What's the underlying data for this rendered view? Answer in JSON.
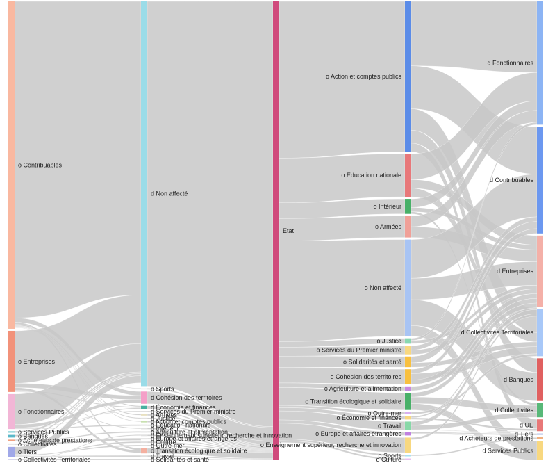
{
  "chart_data": {
    "type": "sankey",
    "flow_color": "#c8c8c8",
    "columns": [
      [
        {
          "id": "src-contribuables",
          "label": "o Contribuables",
          "value": 150,
          "color": "#f9b8a0"
        },
        {
          "id": "src-entreprises",
          "label": "o Entreprises",
          "value": 28,
          "color": "#f2927a"
        },
        {
          "id": "src-fonctionnaires",
          "label": "o Fonctionnaires",
          "value": 16,
          "color": "#f2b6d6"
        },
        {
          "id": "src-services-publics",
          "label": "o Services Publics",
          "value": 0.8,
          "color": "#9ad8dc"
        },
        {
          "id": "src-banques",
          "label": "o Banques",
          "value": 1.2,
          "color": "#5ab8c8"
        },
        {
          "id": "src-acheteurs",
          "label": "o Acheteurs de prestations",
          "value": 0.8,
          "color": "#f0a080"
        },
        {
          "id": "src-collectivites",
          "label": "o Collectivités",
          "value": 0.5,
          "color": "#e8e8e8"
        },
        {
          "id": "src-tiers",
          "label": "o Tiers",
          "value": 4.5,
          "color": "#a0a8e8"
        },
        {
          "id": "src-collectivites-territoriales",
          "label": "o Collectivités Territoriales",
          "value": 0.5,
          "color": "#d8d8f0"
        }
      ],
      [
        {
          "id": "dst-non-affecte",
          "label": "d Non affecté",
          "value": 190,
          "color": "#9adce8"
        },
        {
          "id": "dst-sports",
          "label": "d Sports",
          "value": 0.5,
          "color": "#f0f0f0"
        },
        {
          "id": "dst-cohesion",
          "label": "d Cohésion des territoires",
          "value": 6,
          "color": "#f4a0c8"
        },
        {
          "id": "dst-economie",
          "label": "d Économie et finances",
          "value": 1.5,
          "color": "#48b0a0"
        },
        {
          "id": "dst-services-pm",
          "label": "d Services du Premier ministre",
          "value": 0.4,
          "color": "#e0e0e0"
        },
        {
          "id": "dst-armees",
          "label": "d Armées",
          "value": 0.4,
          "color": "#e8e0c0"
        },
        {
          "id": "dst-justice",
          "label": "d Justice",
          "value": 0.3,
          "color": "#e0e0e0"
        },
        {
          "id": "dst-action-comptes",
          "label": "d Action et comptes publics",
          "value": 0.6,
          "color": "#c8e0b0"
        },
        {
          "id": "dst-education",
          "label": "d Éducation nationale",
          "value": 0.3,
          "color": "#e0e0e0"
        },
        {
          "id": "dst-interieur",
          "label": "d Intérieur",
          "value": 0.3,
          "color": "#e0e0e0"
        },
        {
          "id": "dst-agriculture",
          "label": "d Agriculture et alimentation",
          "value": 0.3,
          "color": "#e0e0e0"
        },
        {
          "id": "dst-enseignement-sup",
          "label": "d Enseignement supérieur, recherche et innovation",
          "value": 0.3,
          "color": "#e0e0e0"
        },
        {
          "id": "dst-europe",
          "label": "d Europe et affaires étrangères",
          "value": 0.3,
          "color": "#e0e0e0"
        },
        {
          "id": "dst-culture",
          "label": "d Culture",
          "value": 0.3,
          "color": "#e0e0e0"
        },
        {
          "id": "dst-outre-mer",
          "label": "d Outre-mer",
          "value": 0.3,
          "color": "#e0e0e0"
        },
        {
          "id": "dst-transition",
          "label": "d Transition écologique et solidaire",
          "value": 2.5,
          "color": "#f4b0a0"
        },
        {
          "id": "dst-travail",
          "label": "d Travail",
          "value": 0.3,
          "color": "#e0e0e0"
        },
        {
          "id": "dst-solidarites",
          "label": "d Solidarités et santé",
          "value": 0.3,
          "color": "#e0e0e0"
        }
      ],
      [
        {
          "id": "etat",
          "label": "Etat",
          "value": 205,
          "color": "#d04a7c"
        }
      ],
      [
        {
          "id": "o-action-comptes",
          "label": "o Action et comptes publics",
          "value": 70,
          "color": "#5b8ce8"
        },
        {
          "id": "o-education",
          "label": "o Éducation nationale",
          "value": 20,
          "color": "#e8787a"
        },
        {
          "id": "o-interieur",
          "label": "o Intérieur",
          "value": 7,
          "color": "#48b068"
        },
        {
          "id": "o-armees",
          "label": "o Armées",
          "value": 10,
          "color": "#f0a098"
        },
        {
          "id": "o-non-affecte",
          "label": "o Non affecté",
          "value": 45,
          "color": "#a8c4f4"
        },
        {
          "id": "o-justice",
          "label": "o Justice",
          "value": 2.5,
          "color": "#88d8b0"
        },
        {
          "id": "o-services-pm",
          "label": "o Services du Premier ministre",
          "value": 4,
          "color": "#f8d880"
        },
        {
          "id": "o-solidarites",
          "label": "o Solidarités et santé",
          "value": 5,
          "color": "#f8c040"
        },
        {
          "id": "o-cohesion",
          "label": "o Cohésion des territoires",
          "value": 7,
          "color": "#f8c040"
        },
        {
          "id": "o-agriculture",
          "label": "o Agriculture et alimentation",
          "value": 2,
          "color": "#c888e0"
        },
        {
          "id": "o-transition",
          "label": "o Transition écologique et solidaire",
          "value": 8,
          "color": "#48b068"
        },
        {
          "id": "o-outre-mer",
          "label": "o Outre-mer",
          "value": 1,
          "color": "#d8b0f0"
        },
        {
          "id": "o-economie",
          "label": "o Économie et finances",
          "value": 1.5,
          "color": "#f8d880"
        },
        {
          "id": "o-travail",
          "label": "o Travail",
          "value": 4,
          "color": "#88d8a8"
        },
        {
          "id": "o-europe",
          "label": "o Europe et affaires étrangères",
          "value": 1.5,
          "color": "#c080e0"
        },
        {
          "id": "o-enseignement-sup",
          "label": "o Enseignement supérieur, recherche et innovation",
          "value": 7,
          "color": "#f8d880"
        },
        {
          "id": "o-sports",
          "label": "o Sports",
          "value": 0.8,
          "color": "#a8e0f0"
        },
        {
          "id": "o-culture",
          "label": "o Culture",
          "value": 0.8,
          "color": "#e8c0f0"
        }
      ],
      [
        {
          "id": "d-fonctionnaires",
          "label": "d Fonctionnaires",
          "value": 52,
          "color": "#8cb4f4"
        },
        {
          "id": "d-contribuables",
          "label": "d Contribuables",
          "value": 45,
          "color": "#6c98f0"
        },
        {
          "id": "d-entreprises",
          "label": "d Entreprises",
          "value": 30,
          "color": "#f4b0a8"
        },
        {
          "id": "d-collectivites-territoriales",
          "label": "d Collectivités Territoriales",
          "value": 20,
          "color": "#a8c8f8"
        },
        {
          "id": "d-banques",
          "label": "d Banques",
          "value": 18,
          "color": "#e06060"
        },
        {
          "id": "d-collectivites",
          "label": "d Collectivités",
          "value": 6,
          "color": "#58b878"
        },
        {
          "id": "d-ue",
          "label": "d UE",
          "value": 5,
          "color": "#e87878"
        },
        {
          "id": "d-tiers",
          "label": "d Tiers",
          "value": 0.8,
          "color": "#d0d8f0"
        },
        {
          "id": "d-acheteurs",
          "label": "d Acheteurs de prestations",
          "value": 0.8,
          "color": "#f0b080"
        },
        {
          "id": "d-services-publics",
          "label": "d Services Publics",
          "value": 8,
          "color": "#f8d880"
        }
      ]
    ],
    "links": [
      [
        "src-contribuables",
        "dst-non-affecte",
        145
      ],
      [
        "src-contribuables",
        "dst-cohesion",
        2
      ],
      [
        "src-contribuables",
        "dst-transition",
        1
      ],
      [
        "src-contribuables",
        "dst-economie",
        0.5
      ],
      [
        "src-contribuables",
        "dst-armees",
        0.3
      ],
      [
        "src-contribuables",
        "dst-action-comptes",
        0.3
      ],
      [
        "src-contribuables",
        "dst-sports",
        0.2
      ],
      [
        "src-contribuables",
        "dst-justice",
        0.2
      ],
      [
        "src-entreprises",
        "dst-non-affecte",
        24
      ],
      [
        "src-entreprises",
        "dst-cohesion",
        2
      ],
      [
        "src-entreprises",
        "dst-transition",
        1.3
      ],
      [
        "src-entreprises",
        "dst-economie",
        0.5
      ],
      [
        "src-entreprises",
        "dst-interieur",
        0.2
      ],
      [
        "src-fonctionnaires",
        "dst-non-affecte",
        14
      ],
      [
        "src-fonctionnaires",
        "dst-cohesion",
        1.5
      ],
      [
        "src-fonctionnaires",
        "dst-services-pm",
        0.2
      ],
      [
        "src-fonctionnaires",
        "dst-education",
        0.3
      ],
      [
        "src-services-publics",
        "dst-non-affecte",
        0.8
      ],
      [
        "src-banques",
        "dst-non-affecte",
        0.6
      ],
      [
        "src-banques",
        "dst-economie",
        0.5
      ],
      [
        "src-acheteurs",
        "dst-non-affecte",
        0.5
      ],
      [
        "src-acheteurs",
        "dst-agriculture",
        0.3
      ],
      [
        "src-collectivites",
        "dst-europe",
        0.5
      ],
      [
        "src-tiers",
        "dst-non-affecte",
        3.5
      ],
      [
        "src-tiers",
        "dst-outre-mer",
        0.3
      ],
      [
        "src-tiers",
        "dst-culture",
        0.3
      ],
      [
        "src-tiers",
        "dst-travail",
        0.3
      ],
      [
        "src-collectivites-territoriales",
        "dst-solidarites",
        0.3
      ],
      [
        "src-collectivites-territoriales",
        "dst-enseignement-sup",
        0.2
      ],
      [
        "dst-non-affecte",
        "etat",
        190
      ],
      [
        "dst-sports",
        "etat",
        0.5
      ],
      [
        "dst-cohesion",
        "etat",
        6
      ],
      [
        "dst-economie",
        "etat",
        1.5
      ],
      [
        "dst-services-pm",
        "etat",
        0.4
      ],
      [
        "dst-armees",
        "etat",
        0.4
      ],
      [
        "dst-justice",
        "etat",
        0.3
      ],
      [
        "dst-action-comptes",
        "etat",
        0.6
      ],
      [
        "dst-education",
        "etat",
        0.3
      ],
      [
        "dst-interieur",
        "etat",
        0.3
      ],
      [
        "dst-agriculture",
        "etat",
        0.3
      ],
      [
        "dst-enseignement-sup",
        "etat",
        0.3
      ],
      [
        "dst-europe",
        "etat",
        0.3
      ],
      [
        "dst-culture",
        "etat",
        0.3
      ],
      [
        "dst-outre-mer",
        "etat",
        0.3
      ],
      [
        "dst-transition",
        "etat",
        2.5
      ],
      [
        "dst-travail",
        "etat",
        0.3
      ],
      [
        "dst-solidarites",
        "etat",
        0.3
      ],
      [
        "etat",
        "o-action-comptes",
        70
      ],
      [
        "etat",
        "o-education",
        20
      ],
      [
        "etat",
        "o-interieur",
        7
      ],
      [
        "etat",
        "o-armees",
        10
      ],
      [
        "etat",
        "o-non-affecte",
        45
      ],
      [
        "etat",
        "o-justice",
        2.5
      ],
      [
        "etat",
        "o-services-pm",
        4
      ],
      [
        "etat",
        "o-solidarites",
        5
      ],
      [
        "etat",
        "o-cohesion",
        7
      ],
      [
        "etat",
        "o-agriculture",
        2
      ],
      [
        "etat",
        "o-transition",
        8
      ],
      [
        "etat",
        "o-outre-mer",
        1
      ],
      [
        "etat",
        "o-economie",
        1.5
      ],
      [
        "etat",
        "o-travail",
        4
      ],
      [
        "etat",
        "o-europe",
        1.5
      ],
      [
        "etat",
        "o-enseignement-sup",
        7
      ],
      [
        "etat",
        "o-sports",
        0.8
      ],
      [
        "etat",
        "o-culture",
        0.8
      ],
      [
        "o-action-comptes",
        "d-fonctionnaires",
        30
      ],
      [
        "o-action-comptes",
        "d-contribuables",
        20
      ],
      [
        "o-action-comptes",
        "d-collectivites-territoriales",
        10
      ],
      [
        "o-action-comptes",
        "d-banques",
        6
      ],
      [
        "o-action-comptes",
        "d-ue",
        4
      ],
      [
        "o-education",
        "d-fonctionnaires",
        12
      ],
      [
        "o-education",
        "d-entreprises",
        4
      ],
      [
        "o-education",
        "d-collectivites-territoriales",
        4
      ],
      [
        "o-interieur",
        "d-fonctionnaires",
        4
      ],
      [
        "o-interieur",
        "d-entreprises",
        2
      ],
      [
        "o-interieur",
        "d-collectivites",
        1
      ],
      [
        "o-armees",
        "d-fonctionnaires",
        5
      ],
      [
        "o-armees",
        "d-entreprises",
        5
      ],
      [
        "o-non-affecte",
        "d-contribuables",
        18
      ],
      [
        "o-non-affecte",
        "d-entreprises",
        10
      ],
      [
        "o-non-affecte",
        "d-banques",
        12
      ],
      [
        "o-non-affecte",
        "d-services-publics",
        5
      ],
      [
        "o-justice",
        "d-fonctionnaires",
        1
      ],
      [
        "o-justice",
        "d-entreprises",
        1.5
      ],
      [
        "o-services-pm",
        "d-contribuables",
        2
      ],
      [
        "o-services-pm",
        "d-entreprises",
        2
      ],
      [
        "o-solidarites",
        "d-contribuables",
        3
      ],
      [
        "o-solidarites",
        "d-collectivites-territoriales",
        2
      ],
      [
        "o-cohesion",
        "d-contribuables",
        2
      ],
      [
        "o-cohesion",
        "d-collectivites-territoriales",
        3
      ],
      [
        "o-cohesion",
        "d-entreprises",
        2
      ],
      [
        "o-agriculture",
        "d-entreprises",
        2
      ],
      [
        "o-transition",
        "d-entreprises",
        2
      ],
      [
        "o-transition",
        "d-collectivites",
        3
      ],
      [
        "o-transition",
        "d-services-publics",
        3
      ],
      [
        "o-outre-mer",
        "d-collectivites-territoriales",
        1
      ],
      [
        "o-economie",
        "d-entreprises",
        0.7
      ],
      [
        "o-economie",
        "d-ue",
        0.8
      ],
      [
        "o-travail",
        "d-entreprises",
        1.8
      ],
      [
        "o-travail",
        "d-collectivites",
        2
      ],
      [
        "o-travail",
        "d-tiers",
        0.2
      ],
      [
        "o-europe",
        "d-tiers",
        0.6
      ],
      [
        "o-europe",
        "d-acheteurs",
        0.2
      ],
      [
        "o-europe",
        "d-ue",
        0.2
      ],
      [
        "o-enseignement-sup",
        "d-fonctionnaires",
        0
      ],
      [
        "o-enseignement-sup",
        "d-entreprises",
        1
      ],
      [
        "o-enseignement-sup",
        "d-collectivites-territoriales",
        0
      ],
      [
        "o-enseignement-sup",
        "d-services-publics",
        0
      ],
      [
        "o-sports",
        "d-acheteurs",
        0.6
      ],
      [
        "o-sports",
        "d-contribuables",
        0
      ],
      [
        "o-culture",
        "d-collectivites",
        0
      ],
      [
        "o-culture",
        "d-entreprises",
        0
      ]
    ]
  }
}
